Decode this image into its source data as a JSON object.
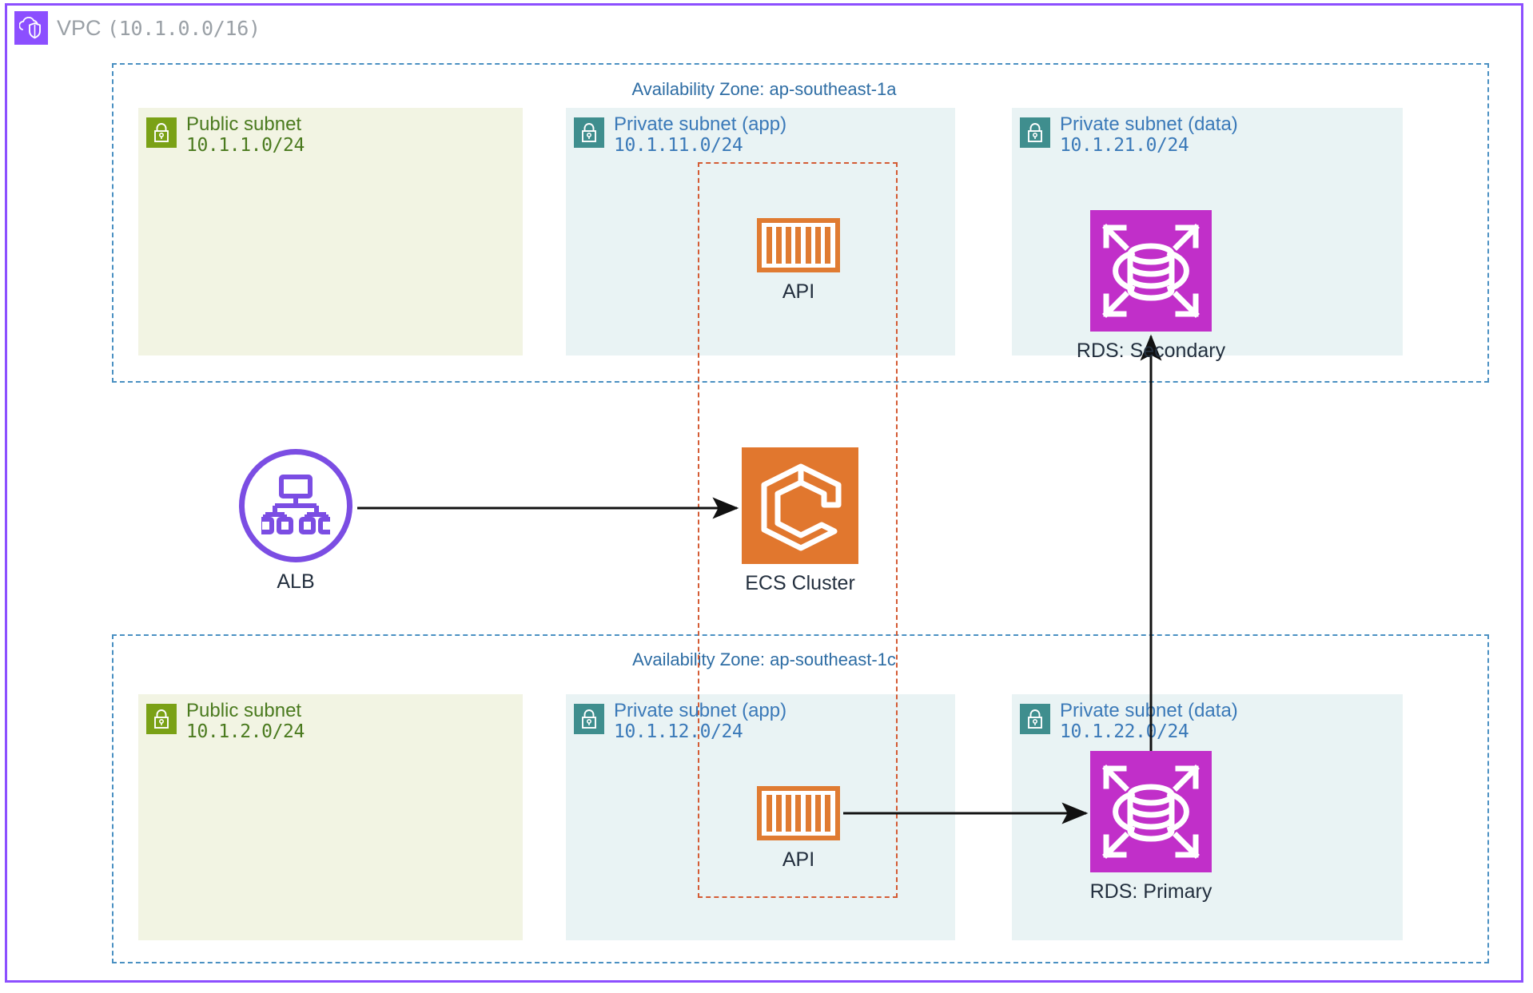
{
  "vpc": {
    "icon": "vpc-cloud-shield-icon",
    "label_prefix": "VPC",
    "cidr": "(10.1.0.0/16)",
    "border_color": "#8C4FFF"
  },
  "availability_zones": [
    {
      "id": "az-a",
      "label": "Availability Zone: ap-southeast-1a",
      "border_color": "#4A90C2"
    },
    {
      "id": "az-c",
      "label": "Availability Zone: ap-southeast-1c",
      "border_color": "#4A90C2"
    }
  ],
  "subnets": [
    {
      "id": "sn-pub-a",
      "type": "public",
      "name": "Public subnet",
      "cidr": "10.1.1.0/24",
      "lock_icon": "lock-icon",
      "bg": "#F2F4E3",
      "accent": "#7AA116",
      "text": "#4A7A1E"
    },
    {
      "id": "sn-app-a",
      "type": "private",
      "name": "Private subnet (app)",
      "cidr": "10.1.11.0/24",
      "lock_icon": "lock-icon",
      "bg": "#E9F3F4",
      "accent": "#3F8E8E",
      "text": "#3A79B8"
    },
    {
      "id": "sn-data-a",
      "type": "private",
      "name": "Private subnet (data)",
      "cidr": "10.1.21.0/24",
      "lock_icon": "lock-icon",
      "bg": "#E9F3F4",
      "accent": "#3F8E8E",
      "text": "#3A79B8"
    },
    {
      "id": "sn-pub-c",
      "type": "public",
      "name": "Public subnet",
      "cidr": "10.1.2.0/24",
      "lock_icon": "lock-icon",
      "bg": "#F2F4E3",
      "accent": "#7AA116",
      "text": "#4A7A1E"
    },
    {
      "id": "sn-app-c",
      "type": "private",
      "name": "Private subnet (app)",
      "cidr": "10.1.12.0/24",
      "lock_icon": "lock-icon",
      "bg": "#E9F3F4",
      "accent": "#3F8E8E",
      "text": "#3A79B8"
    },
    {
      "id": "sn-data-c",
      "type": "private",
      "name": "Private subnet (data)",
      "cidr": "10.1.22.0/24",
      "lock_icon": "lock-icon",
      "bg": "#E9F3F4",
      "accent": "#3F8E8E",
      "text": "#3A79B8"
    }
  ],
  "nodes": {
    "alb": {
      "label": "ALB",
      "icon": "load-balancer-icon",
      "color": "#7B4DE3"
    },
    "ecs_cluster": {
      "label": "ECS Cluster",
      "icon": "ecs-cluster-icon",
      "color": "#E1772E"
    },
    "api_a": {
      "label": "API",
      "icon": "container-icon",
      "color": "#E07B32"
    },
    "api_c": {
      "label": "API",
      "icon": "container-icon",
      "color": "#E07B32"
    },
    "rds_secondary": {
      "label": "RDS: Secondary",
      "icon": "rds-database-icon",
      "color": "#C12FC9"
    },
    "rds_primary": {
      "label": "RDS: Primary",
      "icon": "rds-database-icon",
      "color": "#C12FC9"
    }
  },
  "ecs_service_boundary": {
    "name": "ecs-service-boundary",
    "border_color": "#D45B34"
  },
  "connections": [
    {
      "from": "alb",
      "to": "ecs_cluster",
      "style": "solid-arrow"
    },
    {
      "from": "api_c",
      "to": "rds_primary",
      "style": "solid-arrow"
    },
    {
      "from": "rds_primary",
      "to": "rds_secondary",
      "style": "solid-arrow"
    }
  ]
}
